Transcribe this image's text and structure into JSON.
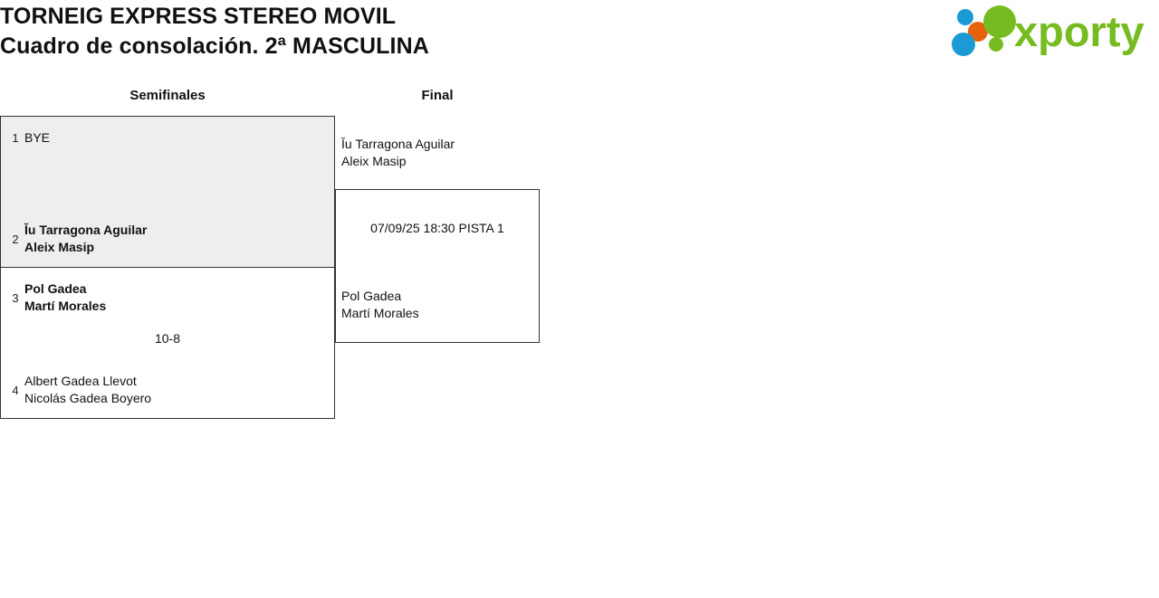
{
  "header": {
    "title_line_1": "TORNEIG EXPRESS STEREO MOVIL",
    "title_line_2": "Cuadro de consolación. 2ª MASCULINA",
    "logo_text": "xporty",
    "logo_colors": {
      "green": "#76bc21",
      "blue": "#1b9ad6",
      "orange": "#e8620c"
    }
  },
  "bracket": {
    "rounds": [
      {
        "name": "round-semifinals",
        "label": "Semifinales"
      },
      {
        "name": "round-final",
        "label": "Final"
      }
    ],
    "semifinals": [
      {
        "highlighted": true,
        "top": {
          "seed": "1",
          "player1": "BYE",
          "player2": "",
          "winner": false
        },
        "bottom": {
          "seed": "2",
          "player1": "Ĭu Tarragona Aguilar",
          "player2": "Aleix Masip",
          "winner": true
        },
        "score": ""
      },
      {
        "highlighted": false,
        "top": {
          "seed": "3",
          "player1": "Pol Gadea",
          "player2": "Martí Morales",
          "winner": true
        },
        "bottom": {
          "seed": "4",
          "player1": "Albert Gadea Llevot",
          "player2": "Nicolás Gadea Boyero",
          "winner": false
        },
        "score": "10-8"
      }
    ],
    "final": {
      "top_team": {
        "player1": "Ĭu Tarragona Aguilar",
        "player2": "Aleix Masip"
      },
      "schedule": "07/09/25 18:30 PISTA 1",
      "bottom_team": {
        "player1": "Pol Gadea",
        "player2": "Martí Morales"
      }
    }
  }
}
